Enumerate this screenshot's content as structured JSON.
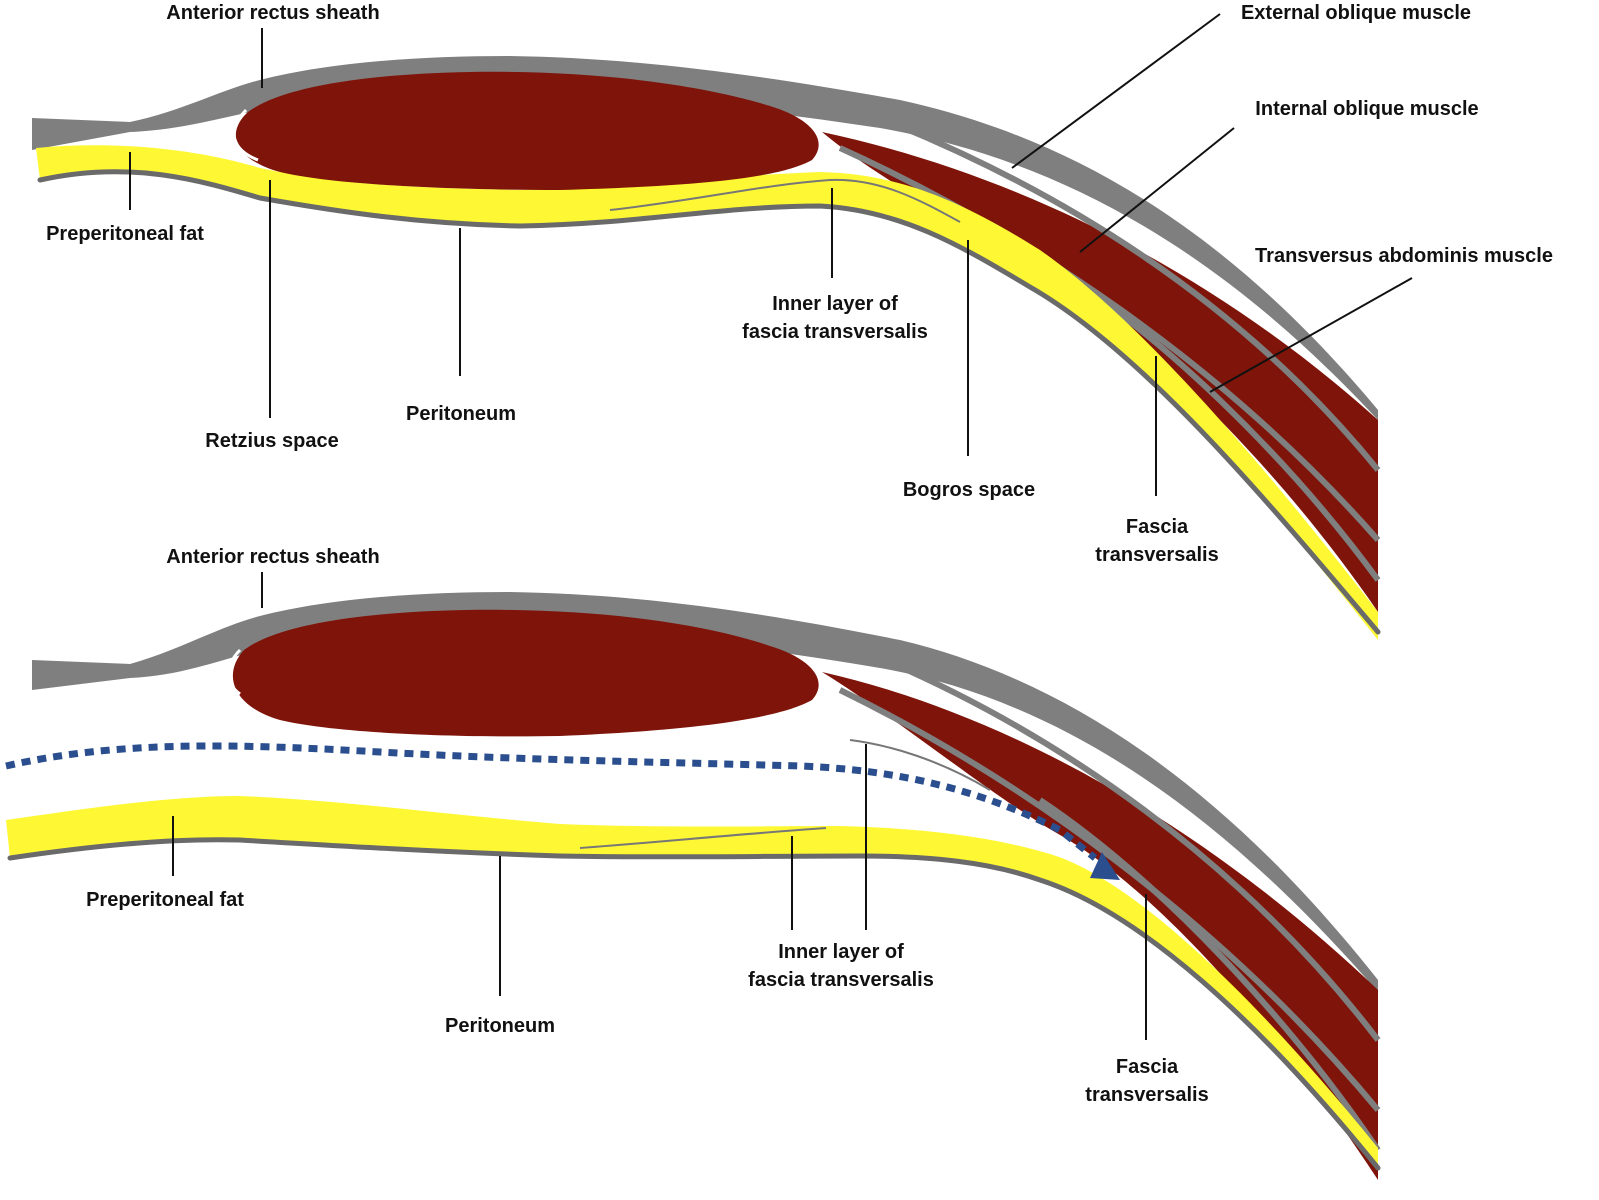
{
  "top_panel": {
    "labels": {
      "anterior_rectus_sheath": "Anterior rectus sheath",
      "external_oblique": "External oblique muscle",
      "internal_oblique": "Internal oblique muscle",
      "transversus_abdominis": "Transversus abdominis muscle",
      "preperitoneal_fat": "Preperitoneal fat",
      "inner_layer_line1": "Inner layer of",
      "inner_layer_line2": "fascia transversalis",
      "retzius_space": "Retzius space",
      "peritoneum": "Peritoneum",
      "bogros_space": "Bogros space",
      "fascia_line1": "Fascia",
      "fascia_line2": "transversalis"
    }
  },
  "bottom_panel": {
    "labels": {
      "anterior_rectus_sheath": "Anterior rectus sheath",
      "preperitoneal_fat": "Preperitoneal fat",
      "peritoneum": "Peritoneum",
      "inner_layer_line1": "Inner layer of",
      "inner_layer_line2": "fascia transversalis",
      "fascia_line1": "Fascia",
      "fascia_line2": "transversalis"
    }
  },
  "colors": {
    "muscle": "#7f150a",
    "fascia_sheath": "#7f7f7f",
    "fat": "#fdf833",
    "peritoneum": "#6a6a6a",
    "dissection_arrow": "#2a4e8e"
  }
}
